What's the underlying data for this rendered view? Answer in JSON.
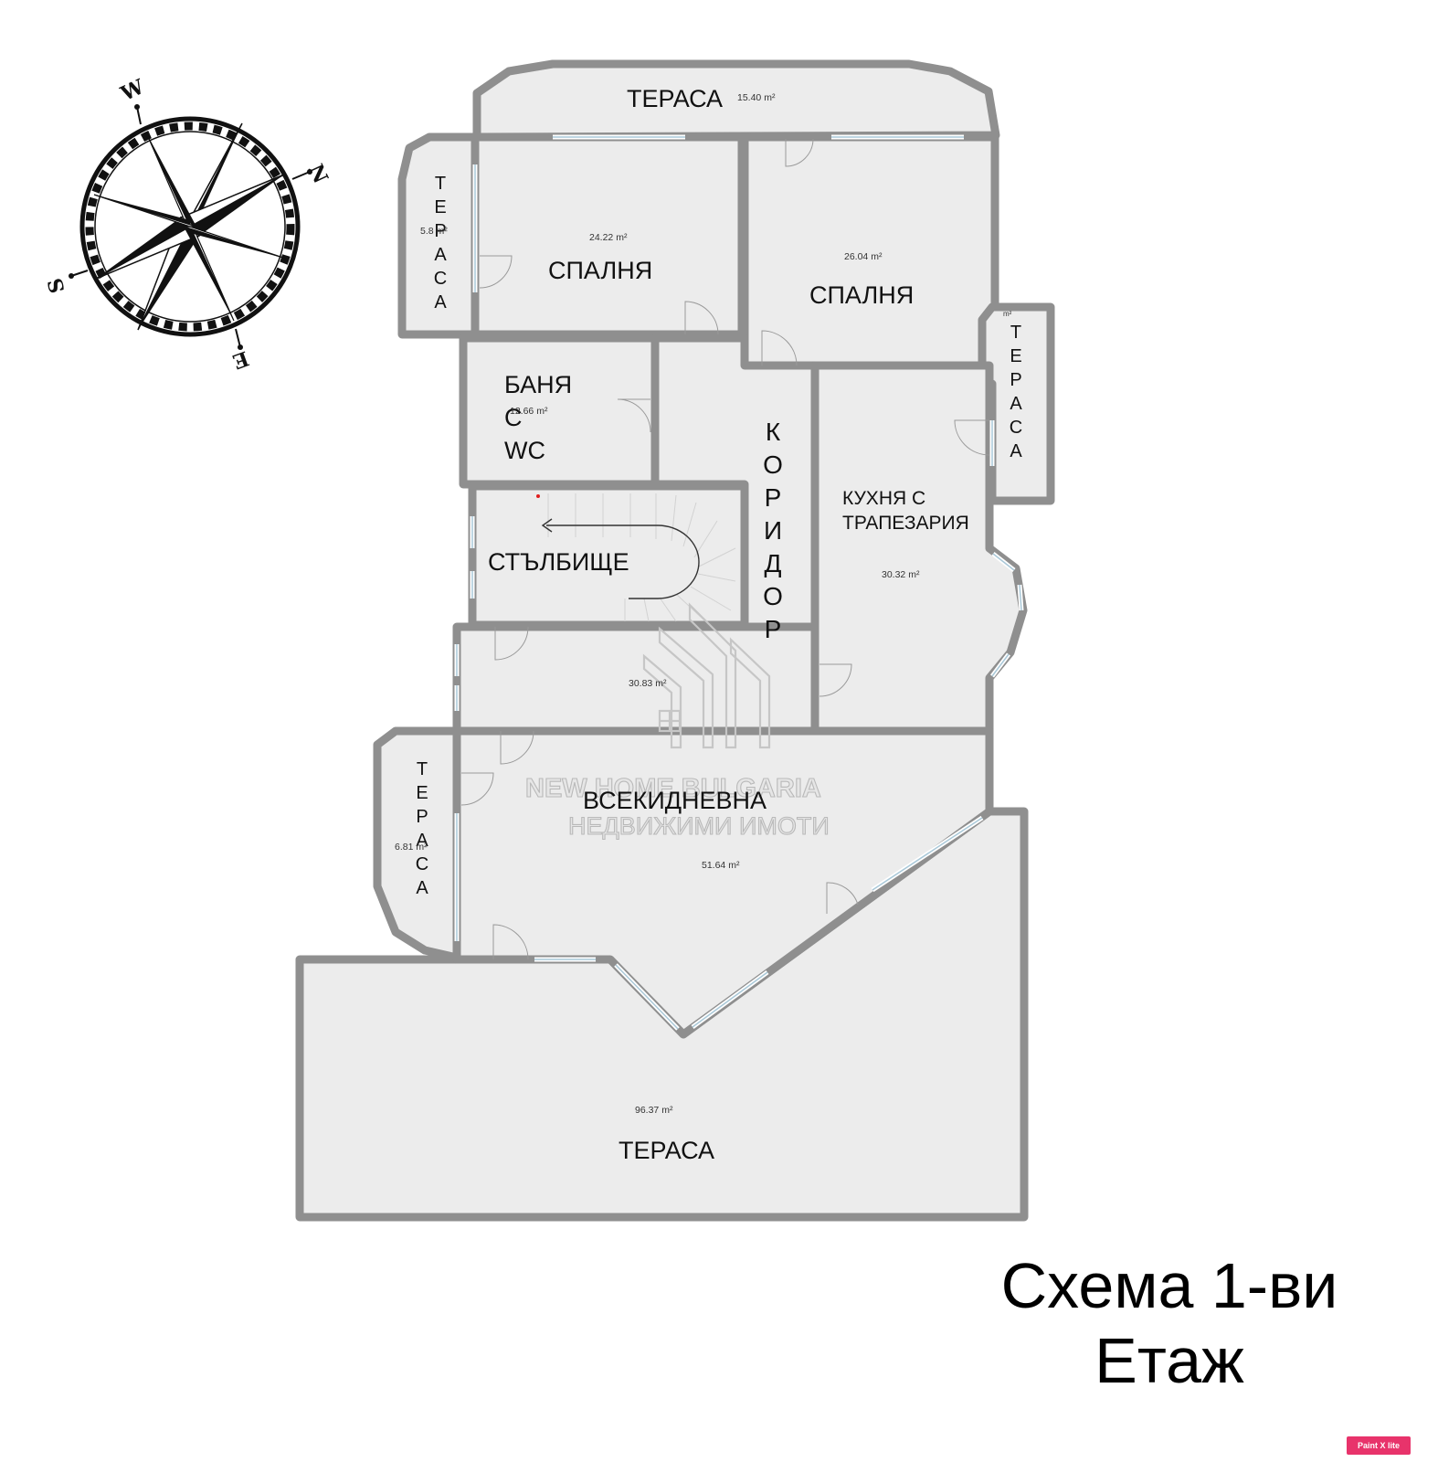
{
  "rooms": {
    "terrace_top": {
      "label": "ТЕРАСА",
      "area": "15.40 m²"
    },
    "terrace_left": {
      "label": "ТЕРАСА",
      "area": "5.8 m²"
    },
    "bedroom_1": {
      "label": "СПАЛНЯ",
      "area": "24.22 m²"
    },
    "bedroom_2": {
      "label": "СПАЛНЯ",
      "area": "26.04 m²"
    },
    "terrace_right": {
      "label": "ТЕРАСА",
      "area": "m²"
    },
    "bathroom": {
      "label_line1": "БАНЯ",
      "label_line2": "С",
      "label_line3": "WC",
      "area": "12.66 m²"
    },
    "corridor": {
      "label": "КОРИДОР"
    },
    "kitchen": {
      "label_line1": "КУХНЯ С",
      "label_line2": "ТРАПЕЗАРИЯ",
      "area": "30.32 m²"
    },
    "staircase": {
      "label": "СТЪЛБИЩЕ"
    },
    "hall": {
      "area": "30.83 m²"
    },
    "terrace_mid_left": {
      "label": "ТЕРАСА",
      "area": "6.81 m²"
    },
    "living_room": {
      "label": "ВСЕКИДНЕВНА",
      "area": "51.64 m²"
    },
    "terrace_big": {
      "label": "ТЕРАСА",
      "area": "96.37 m²"
    }
  },
  "compass": {
    "n": "N",
    "s": "S",
    "e": "E",
    "w": "W"
  },
  "watermark": {
    "line1": "NEW HOME BULGARIA",
    "line2": "НЕДВИЖИМИ ИМОТИ"
  },
  "caption": {
    "line1": "Схема 1-ви",
    "line2": "Етаж"
  },
  "badge": {
    "label": "Paint X lite"
  },
  "colors": {
    "floor": "#ececec",
    "wall": "#8f8f8f",
    "window": "#a9c8d8",
    "badge": "#e8336b"
  }
}
